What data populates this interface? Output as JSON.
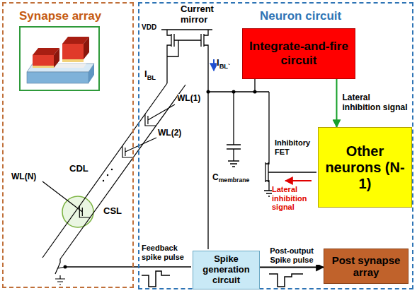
{
  "diagram": {
    "nodes": [
      {
        "text": [
          "Synapse array"
        ]
      },
      {
        "text": [
          "Neuron circuit"
        ]
      },
      {
        "text": [
          "Integrate-and-fire circuit"
        ],
        "in": 1
      },
      {
        "text": [
          "Other neurons (N-1)"
        ],
        "in": 1
      },
      {
        "text": [
          "Spike generation circuit"
        ],
        "in": 1
      },
      {
        "text": [
          "Post synapse array"
        ],
        "in": 1
      }
    ],
    "edges": [
      {
        "from": 2,
        "to": 3,
        "arrow": "to",
        "label": "Lateral inhibition signal"
      },
      {
        "from": 4,
        "to": 5,
        "arrow": "to",
        "label": "Post-output Spike pulse"
      }
    ],
    "labels": [
      "VDD",
      "Current mirror",
      "I",
      "BL`",
      "I",
      "BL",
      "WL(1)",
      "WL(2)",
      "WL(N)",
      "C",
      "membrane",
      "CDL",
      "CSL",
      "Inhibitory FET",
      "Lateral inhibition signal",
      "Feedback spike pulse"
    ]
  }
}
